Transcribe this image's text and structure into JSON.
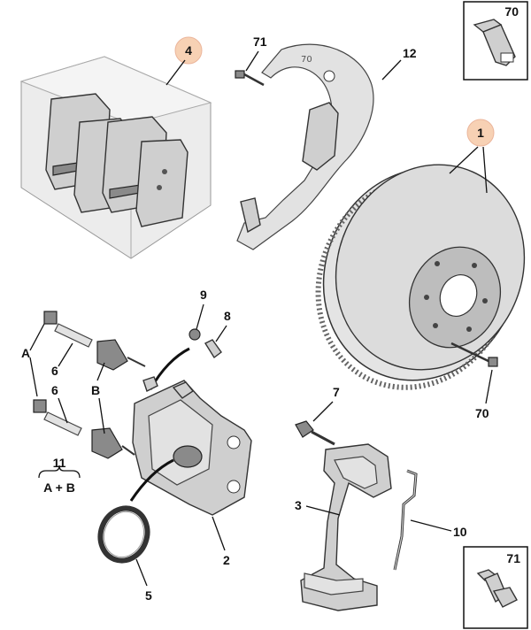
{
  "labels": {
    "pads": "4",
    "disc": "1",
    "shield": "12",
    "shield_screw": "71",
    "bleed_cap": "9",
    "bleed_screw": "8",
    "pin_a": "A",
    "pin_6_upper": "6",
    "pin_6_lower": "6",
    "boot_b": "B",
    "caliper": "2",
    "seal": "5",
    "kit_num": "11",
    "kit_text": "A + B",
    "bracket": "3",
    "bracket_bolt": "7",
    "spring": "10",
    "disc_screw": "70",
    "inset_top": "70",
    "inset_bottom": "71"
  },
  "colors": {
    "highlight": "#f6c9a8",
    "part": "#cfcfcf"
  }
}
